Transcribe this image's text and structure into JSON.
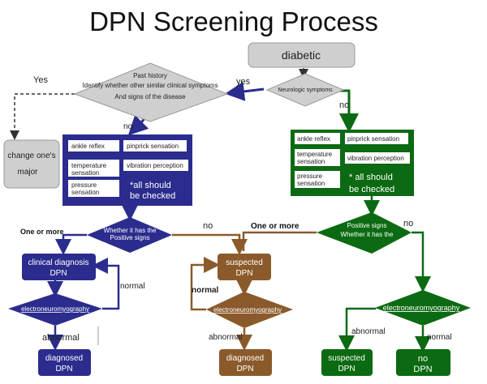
{
  "title": "DPN  Screening Process",
  "colors": {
    "blue": "#2b2c8e",
    "brown": "#8b5a2b",
    "green": "#0b6a12",
    "grey": "#cfcfcf"
  },
  "nodes": {
    "diabetic": "diabetic",
    "neurologic": "Neurologic symptoms",
    "past_history": [
      "Past history",
      "Identify whether other similar clinical symptoms",
      "And signs of the disease"
    ],
    "change_major": [
      "change one's",
      "major"
    ],
    "blue_checks": {
      "ankle": "ankle reflex",
      "pinprick": "pinprick sensation",
      "temp": [
        "temperature",
        "sensation"
      ],
      "vib": "vibration perception",
      "pressure": [
        "pressure",
        "sensation"
      ],
      "note": [
        "*all should",
        "be checked"
      ]
    },
    "green_checks": {
      "ankle": "ankle reflex",
      "pinprick": "pinprick sensation",
      "temp": [
        "temperature",
        "sensation"
      ],
      "vib": "vibration perception",
      "pressure": [
        "pressure",
        "sensation"
      ],
      "note": [
        "* all should",
        "be checked"
      ]
    },
    "blue_positive": [
      "Whether it has the",
      "Positive signs"
    ],
    "green_positive": [
      "Positive signs",
      "Whether it has the"
    ],
    "clinical": [
      "clinical diagnosis",
      "DPN"
    ],
    "suspected_brown": [
      "suspected",
      "DPN"
    ],
    "emg_blue": "electroneuromyography",
    "emg_brown": "electroneuromyography",
    "emg_green": "electroneuromyography",
    "diagnosed_blue": [
      "diagnosed",
      "DPN"
    ],
    "diagnosed_brown": [
      "diagnosed",
      "DPN"
    ],
    "suspected_green": [
      "suspected",
      "DPN"
    ],
    "no_dpn": [
      "no",
      "DPN"
    ]
  },
  "edge_labels": {
    "yes_top": "yes",
    "yes_left": "Yes",
    "no_past": "no",
    "no_neuro": "no",
    "one_or_more_left": "One or more",
    "no_mid": "no",
    "one_or_more_right": "One or more",
    "no_right": "no",
    "normal_blue": "normal",
    "normal_brown": "normal",
    "abnormal_blue": "abnormal",
    "abnormal_brown": "abnormal",
    "abnormal_green": "abnormal",
    "normal_green": "normal"
  }
}
